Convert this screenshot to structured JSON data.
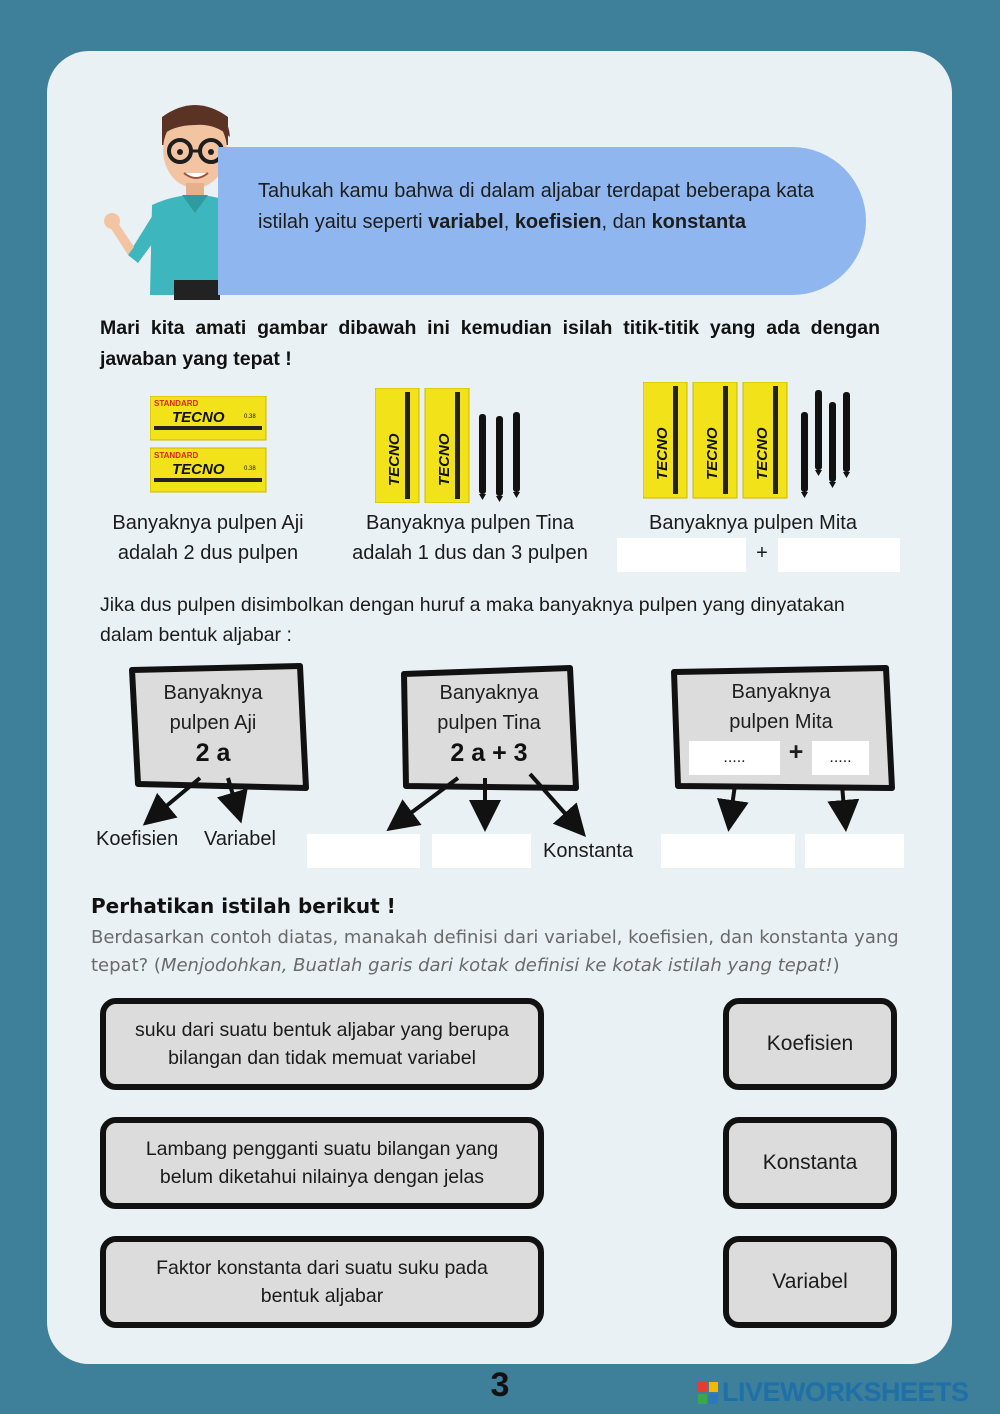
{
  "intro": {
    "text_prefix": "Tahukah kamu bahwa di dalam aljabar terdapat beberapa kata istilah yaitu seperti ",
    "term_1": "variabel",
    "sep_1": ", ",
    "term_2": "koefisien",
    "sep_2": ", dan ",
    "term_3": "konstanta"
  },
  "instruction": "Mari kita amati gambar dibawah ini kemudian isilah titik-titik yang ada dengan jawaban yang tepat !",
  "product": {
    "brand_small": "STANDARD",
    "brand_name": "TECNO",
    "size": "0.38"
  },
  "captions": {
    "aji_line1": "Banyaknya pulpen Aji",
    "aji_line2": "adalah 2 dus pulpen",
    "tina_line1": "Banyaknya pulpen Tina",
    "tina_line2": "adalah 1 dus dan 3 pulpen",
    "mita_line1": "Banyaknya pulpen Mita",
    "mita_plus": "+"
  },
  "paragraph": "Jika dus pulpen disimbolkan dengan huruf a maka banyaknya pulpen yang dinyatakan dalam bentuk aljabar :",
  "signs": {
    "aji": {
      "line1": "Banyaknya",
      "line2": "pulpen Aji",
      "expr": "2 a"
    },
    "tina": {
      "line1": "Banyaknya",
      "line2": "pulpen Tina",
      "expr": "2 a + 3"
    },
    "mita": {
      "line1": "Banyaknya",
      "line2": "pulpen Mita",
      "blank1": ".....",
      "plus": "+",
      "blank2": "....."
    }
  },
  "labels": {
    "koefisien": "Koefisien",
    "variabel": "Variabel",
    "konstanta": "Konstanta"
  },
  "section": {
    "heading": "Perhatikan istilah berikut !",
    "subtext_prefix": "Berdasarkan contoh diatas, manakah definisi dari variabel, koefisien, dan konstanta yang tepat?  (",
    "subtext_italic": "Menjodohkan, Buatlah garis dari kotak definisi ke kotak istilah yang tepat!",
    "subtext_suffix": ")"
  },
  "definitions": [
    "suku dari suatu bentuk aljabar yang berupa bilangan dan tidak memuat variabel",
    "Lambang pengganti suatu bilangan yang belum diketahui nilainya dengan jelas",
    "Faktor konstanta dari suatu suku pada bentuk aljabar"
  ],
  "terms": [
    "Koefisien",
    "Konstanta",
    "Variabel"
  ],
  "page_number": "3",
  "watermark": "LIVEWORKSHEETS",
  "colors": {
    "background": "#3e7f99",
    "card": "#eaf1f5",
    "bubble": "#8fb6ee",
    "box_fill": "#dcdcdc",
    "brand": "#1f6fa8",
    "pack_yellow": "#f2e21a"
  }
}
